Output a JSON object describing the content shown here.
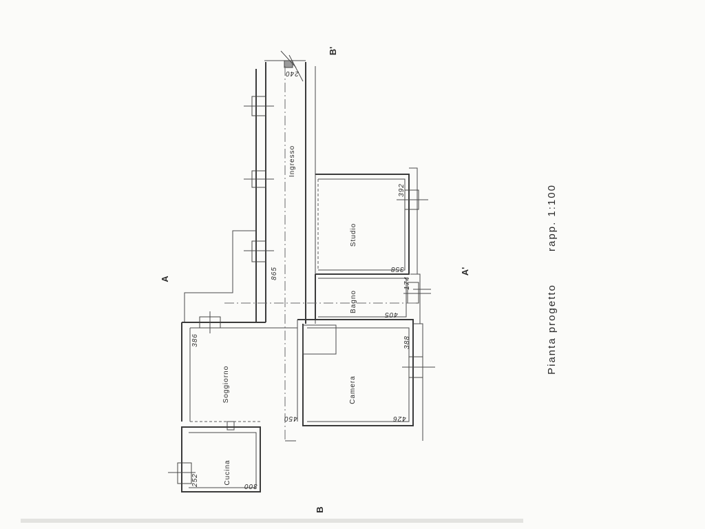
{
  "caption": {
    "title": "Pianta progetto",
    "scale": "rapp. 1:100"
  },
  "sections": {
    "a": "A",
    "a_prime": "A'",
    "b": "B",
    "b_prime": "B'"
  },
  "rooms": {
    "ingresso": "Ingresso",
    "studio": "Studio",
    "bagno": "Bagno",
    "camera": "Camera",
    "soggiorno": "Soggiorno",
    "cucina": "Cucina"
  },
  "dimensions": {
    "ingresso_top": "240",
    "ingresso_len": "865",
    "studio_w": "392",
    "studio_l": "358",
    "bagno_w": "174",
    "bagno_l": "405",
    "camera_w": "388",
    "camera_l": "426",
    "soggiorno_w": "386",
    "soggiorno_l": "450",
    "cucina_w": "252",
    "cucina_l": "300"
  }
}
